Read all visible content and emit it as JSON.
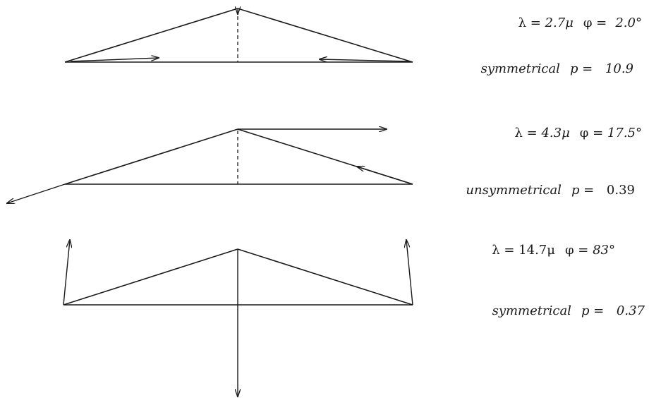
{
  "cases": [
    {
      "lambda_label": "λ = ",
      "lambda_value": "2.7μ",
      "phi_label": "φ = ",
      "phi_value": "2.0°",
      "symmetry": "symmetrical",
      "p_label": "p = ",
      "p_value": "10.9"
    },
    {
      "lambda_label": "λ = ",
      "lambda_value": "4.3μ",
      "phi_label": "φ = ",
      "phi_value": "17.5°",
      "symmetry": "unsymmetrical",
      "p_label": "p = ",
      "p_value": "0.39"
    },
    {
      "lambda_label": "λ = ",
      "lambda_value": "14.7μ",
      "phi_label": "φ = ",
      "phi_value": "83°",
      "symmetry": "symmetrical",
      "p_label": "p = ",
      "p_value": "0.37"
    }
  ],
  "colors": {
    "ink": "#1a1a1a",
    "background": "#ffffff"
  }
}
